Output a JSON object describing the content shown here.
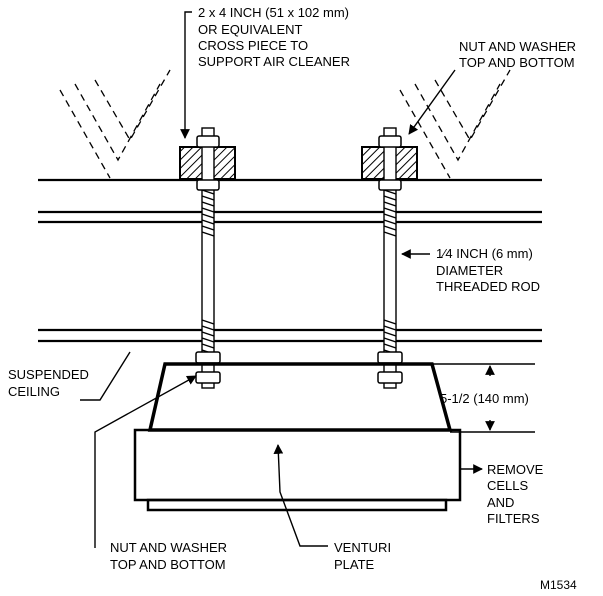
{
  "labels": {
    "cross_piece": [
      "2 x 4 INCH (51 x 102 mm)",
      "OR EQUIVALENT",
      "CROSS PIECE TO",
      "SUPPORT AIR CLEANER"
    ],
    "nut_washer_top": [
      "NUT AND WASHER",
      "TOP AND BOTTOM"
    ],
    "threaded_rod": [
      "1⁄4 INCH (6 mm)",
      "DIAMETER",
      "THREADED ROD"
    ],
    "suspended_ceiling": [
      "SUSPENDED",
      "CEILING"
    ],
    "dimension": "5-1/2 (140 mm)",
    "remove_cells": [
      "REMOVE",
      "CELLS",
      "AND",
      "FILTERS"
    ],
    "nut_washer_bottom": [
      "NUT AND WASHER",
      "TOP AND BOTTOM"
    ],
    "venturi_plate": [
      "VENTURI",
      "PLATE"
    ],
    "figure_id": "M1534"
  },
  "colors": {
    "line": "#000000",
    "background": "#ffffff"
  }
}
